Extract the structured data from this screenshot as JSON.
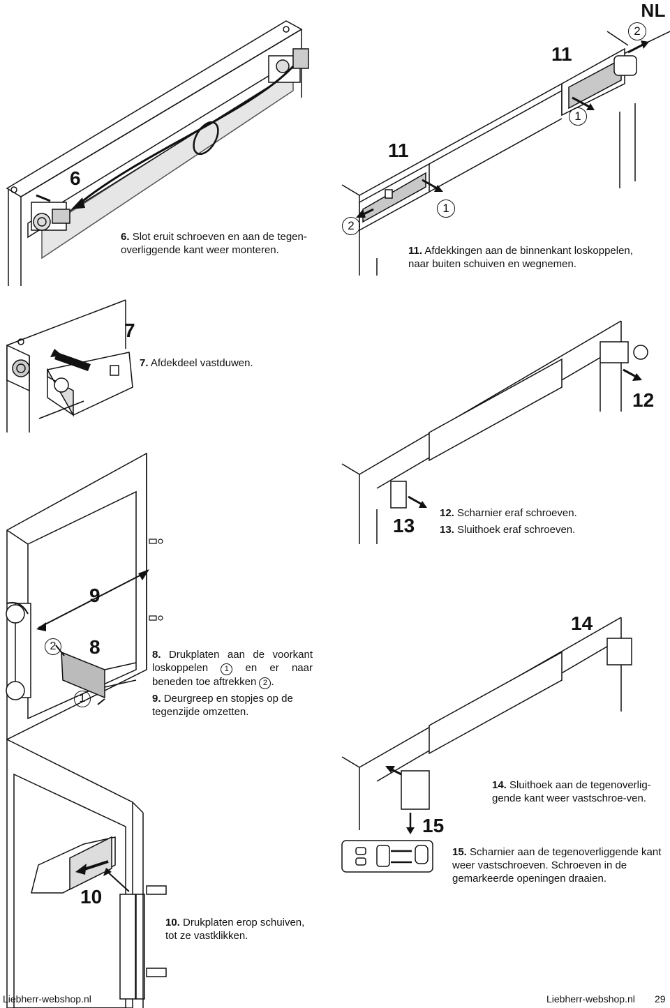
{
  "header": {
    "language_code": "NL"
  },
  "illustration_labels": {
    "n6": "6",
    "n7": "7",
    "n8": "8",
    "n9": "9",
    "n10": "10",
    "n11a": "11",
    "n11b": "11",
    "n12": "12",
    "n13": "13",
    "n14": "14",
    "n15": "15",
    "marker_1": "1",
    "marker_2": "2"
  },
  "captions": {
    "s6": {
      "num": "6.",
      "text": "Slot eruit schroeven en aan de tegen-overliggende kant weer monteren."
    },
    "s7": {
      "num": "7.",
      "text": "Afdekdeel vastduwen."
    },
    "s8": {
      "num": "8.",
      "text_a": "Drukplaten aan de voorkant loskoppelen",
      "text_b": "en er naar beneden toe aftrekken",
      "text_c": "."
    },
    "s9": {
      "num": "9.",
      "text": "Deurgreep en stopjes op de tegenzijde omzetten."
    },
    "s10": {
      "num": "10.",
      "text": "Drukplaten erop schuiven, tot ze vastklikken."
    },
    "s11": {
      "num": "11.",
      "text": "Afdekkingen aan de binnenkant loskoppelen, naar buiten schuiven en wegnemen."
    },
    "s12": {
      "num": "12.",
      "text": "Scharnier eraf schroeven."
    },
    "s13": {
      "num": "13.",
      "text": "Sluithoek eraf schroeven."
    },
    "s14": {
      "num": "14.",
      "text": "Sluithoek aan de tegenoverlig-gende kant weer vastschroe-ven."
    },
    "s15": {
      "num": "15.",
      "text": "Scharnier aan de tegenoverliggende kant weer vastschroeven. Schroeven in de gemarkeerde openingen draaien."
    }
  },
  "footer": {
    "left_site": "Liebherr-webshop.nl",
    "right_site": "Liebherr-webshop.nl",
    "page_number": "29"
  }
}
